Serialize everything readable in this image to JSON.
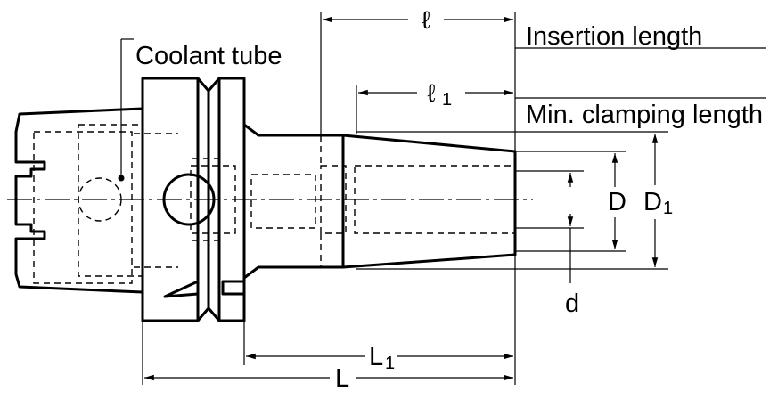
{
  "labels": {
    "l": "ℓ",
    "l1": "ℓ",
    "l1_sub": "1",
    "insertion_length": "Insertion length",
    "min_clamping_length": "Min. clamping length",
    "coolant_tube": "Coolant tube",
    "D": "D",
    "D1": "D",
    "D1_sub": "1",
    "d": "d",
    "L1": "L",
    "L1_sub": "1",
    "L": "L"
  }
}
